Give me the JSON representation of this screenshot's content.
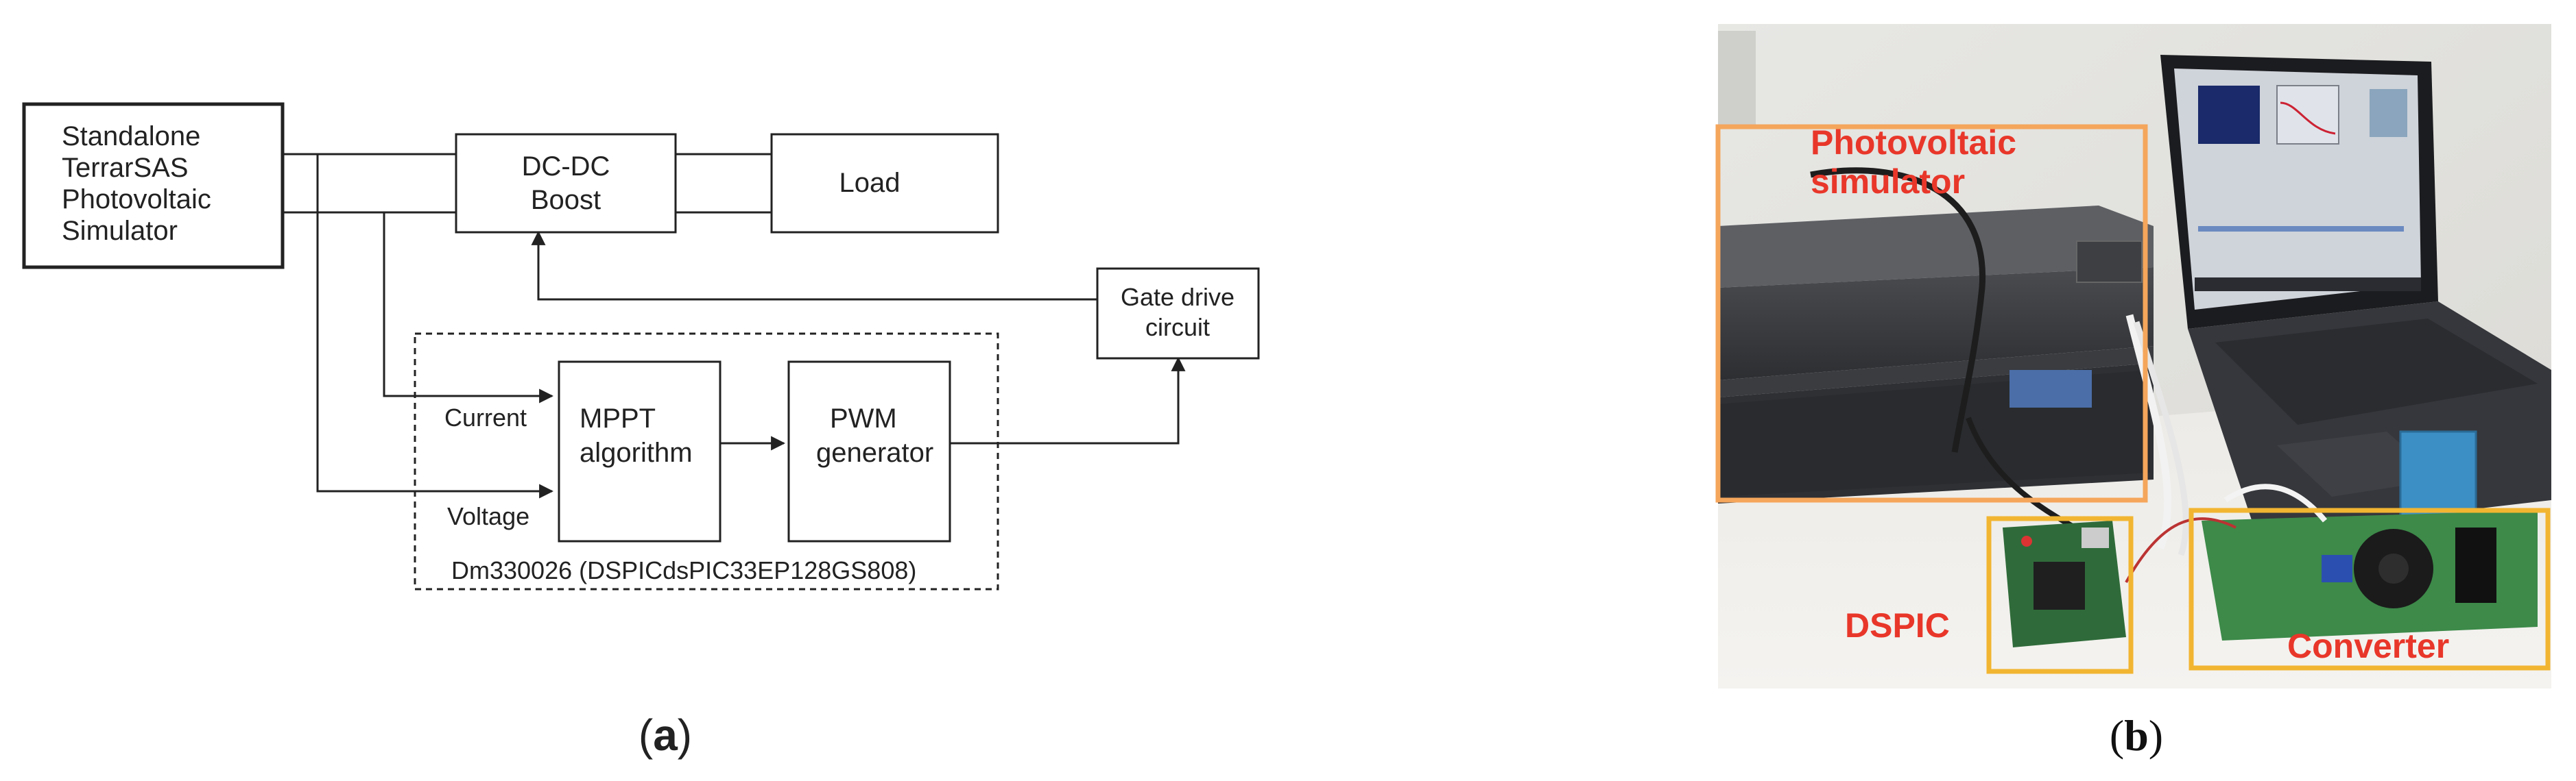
{
  "diagram": {
    "blocks": {
      "simulator": [
        "Standalone",
        "TerrarSAS",
        "Photovoltaic",
        "Simulator"
      ],
      "boost": [
        "DC-DC",
        "Boost"
      ],
      "load": [
        "Load"
      ],
      "gate": [
        "Gate drive",
        "circuit"
      ],
      "mppt": [
        "MPPT",
        "algorithm"
      ],
      "pwm": [
        "PWM",
        "generator"
      ]
    },
    "labels": {
      "current": "Current",
      "voltage": "Voltage",
      "dsp_board": "Dm330026 (DSPICdsPIC33EP128GS808)"
    },
    "caption": {
      "open": "(",
      "letter": "a",
      "close": ")"
    }
  },
  "photo": {
    "labels": {
      "pv_line1": "Photovoltaic",
      "pv_line2": "simulator",
      "dspic": "DSPIC",
      "converter": "Converter"
    },
    "colors": {
      "label_red": "#e8372a",
      "box_orange": "#f5a65b",
      "box_yellow": "#f2b531"
    },
    "caption": {
      "open": "(",
      "letter": "b",
      "close": ")"
    }
  }
}
